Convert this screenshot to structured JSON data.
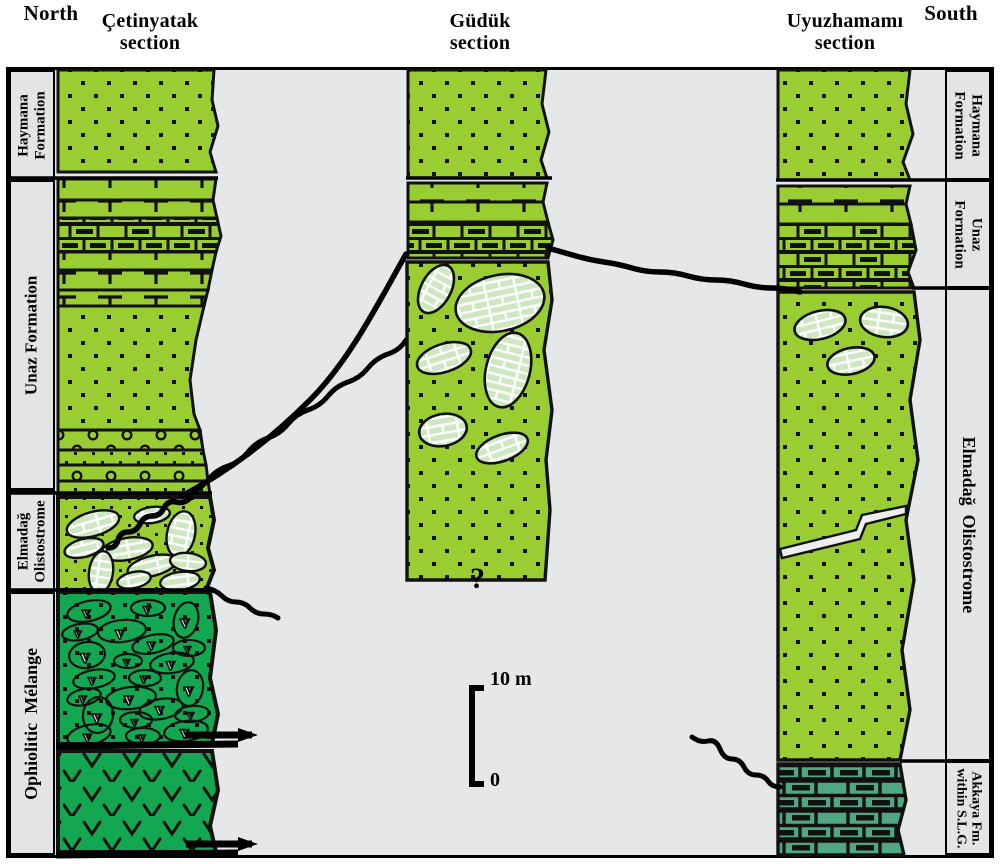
{
  "compass": {
    "north": "North",
    "south": "South"
  },
  "sections": [
    {
      "id": "cetinyatak",
      "title_line1": "Çetinyatak",
      "title_line2": "section"
    },
    {
      "id": "guduk",
      "title_line1": "Güdük",
      "title_line2": "section"
    },
    {
      "id": "uyuzhamami",
      "title_line1": "Uyuzhamamı",
      "title_line2": "section"
    }
  ],
  "left_labels": [
    {
      "name": "haymana",
      "text": "Haymana\nFormation"
    },
    {
      "name": "unaz",
      "text": "Unaz Formation"
    },
    {
      "name": "elmadag",
      "text": "Elmadağ\nOlistostrome"
    },
    {
      "name": "ophiolitic",
      "text": "Ophiolitic  Mélange"
    }
  ],
  "right_labels": [
    {
      "name": "haymana",
      "text": "Haymana\nFormation"
    },
    {
      "name": "unaz",
      "text": "Unaz\nFormation"
    },
    {
      "name": "elmadag",
      "text": "Elmadağ  Olistostrome"
    },
    {
      "name": "akkaya",
      "text": "Akkaya Fm.\nwithin S.L.G."
    }
  ],
  "scale": {
    "top_label": "10 m",
    "bottom_label": "0"
  },
  "annotations": {
    "uncertain_base": "?"
  },
  "colors": {
    "sandstone_green": "#9ACD32",
    "melange_green": "#12A750",
    "akkaya_teal": "#4FA882",
    "clast_fill": "#CDE8C0",
    "background": "#E6E7E9",
    "label_panel": "#E3E4E6",
    "outline": "#000000"
  },
  "lithologies": {
    "sandstone": "dotted-sandstone",
    "limestone": "brick-limestone",
    "marl": "marl-tee",
    "conglomerate": "circle-conglomerate",
    "olistostrome": "clast-bearing-olistostrome",
    "melange": "volcanic-clast-melange",
    "lava": "chevron-lava",
    "akkaya_limestone": "teal-brick-limestone"
  },
  "structures": {
    "thrust_fault": "thrust-fault-arrow",
    "correlation_line": "wavy-correlation-line",
    "normal_fault": "offset-fault"
  }
}
